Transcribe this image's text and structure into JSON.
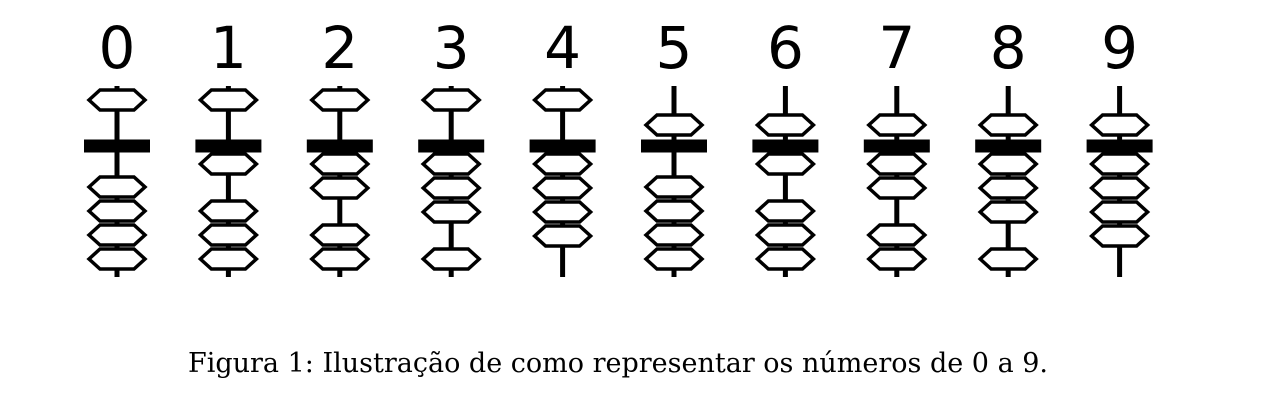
{
  "figure": {
    "digits": [
      {
        "label": "0",
        "upper_active": false,
        "lower_count": 0
      },
      {
        "label": "1",
        "upper_active": false,
        "lower_count": 1
      },
      {
        "label": "2",
        "upper_active": false,
        "lower_count": 2
      },
      {
        "label": "3",
        "upper_active": false,
        "lower_count": 3
      },
      {
        "label": "4",
        "upper_active": false,
        "lower_count": 4
      },
      {
        "label": "5",
        "upper_active": true,
        "lower_count": 0
      },
      {
        "label": "6",
        "upper_active": true,
        "lower_count": 1
      },
      {
        "label": "7",
        "upper_active": true,
        "lower_count": 2
      },
      {
        "label": "8",
        "upper_active": true,
        "lower_count": 3
      },
      {
        "label": "9",
        "upper_active": true,
        "lower_count": 4
      }
    ]
  },
  "caption": "Figura 1: Ilustração de como representar os números de 0 a 9.",
  "colors": {
    "ink": "#000000",
    "background": "#ffffff",
    "bead_fill": "#ffffff"
  }
}
